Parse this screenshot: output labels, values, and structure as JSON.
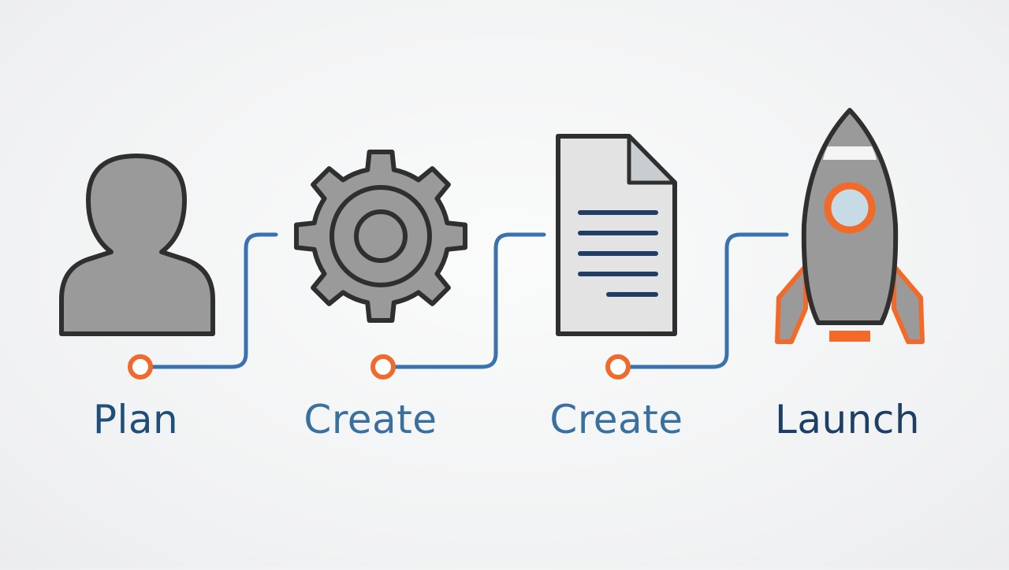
{
  "steps": [
    {
      "label": "Plan",
      "icon": "person-icon",
      "label_color": "#1f4e79"
    },
    {
      "label": "Create",
      "icon": "gear-icon",
      "label_color": "#3a6f9e"
    },
    {
      "label": "Create",
      "icon": "document-icon",
      "label_color": "#3a6f9e"
    },
    {
      "label": "Launch",
      "icon": "rocket-icon",
      "label_color": "#1d3f66"
    }
  ],
  "colors": {
    "connector": "#3a72b0",
    "node": "#ef6a2c",
    "icon_fill": "#9a9a9a",
    "icon_stroke": "#2f2f2f",
    "accent": "#f26a2a",
    "doc_lines": "#1f3d66"
  }
}
